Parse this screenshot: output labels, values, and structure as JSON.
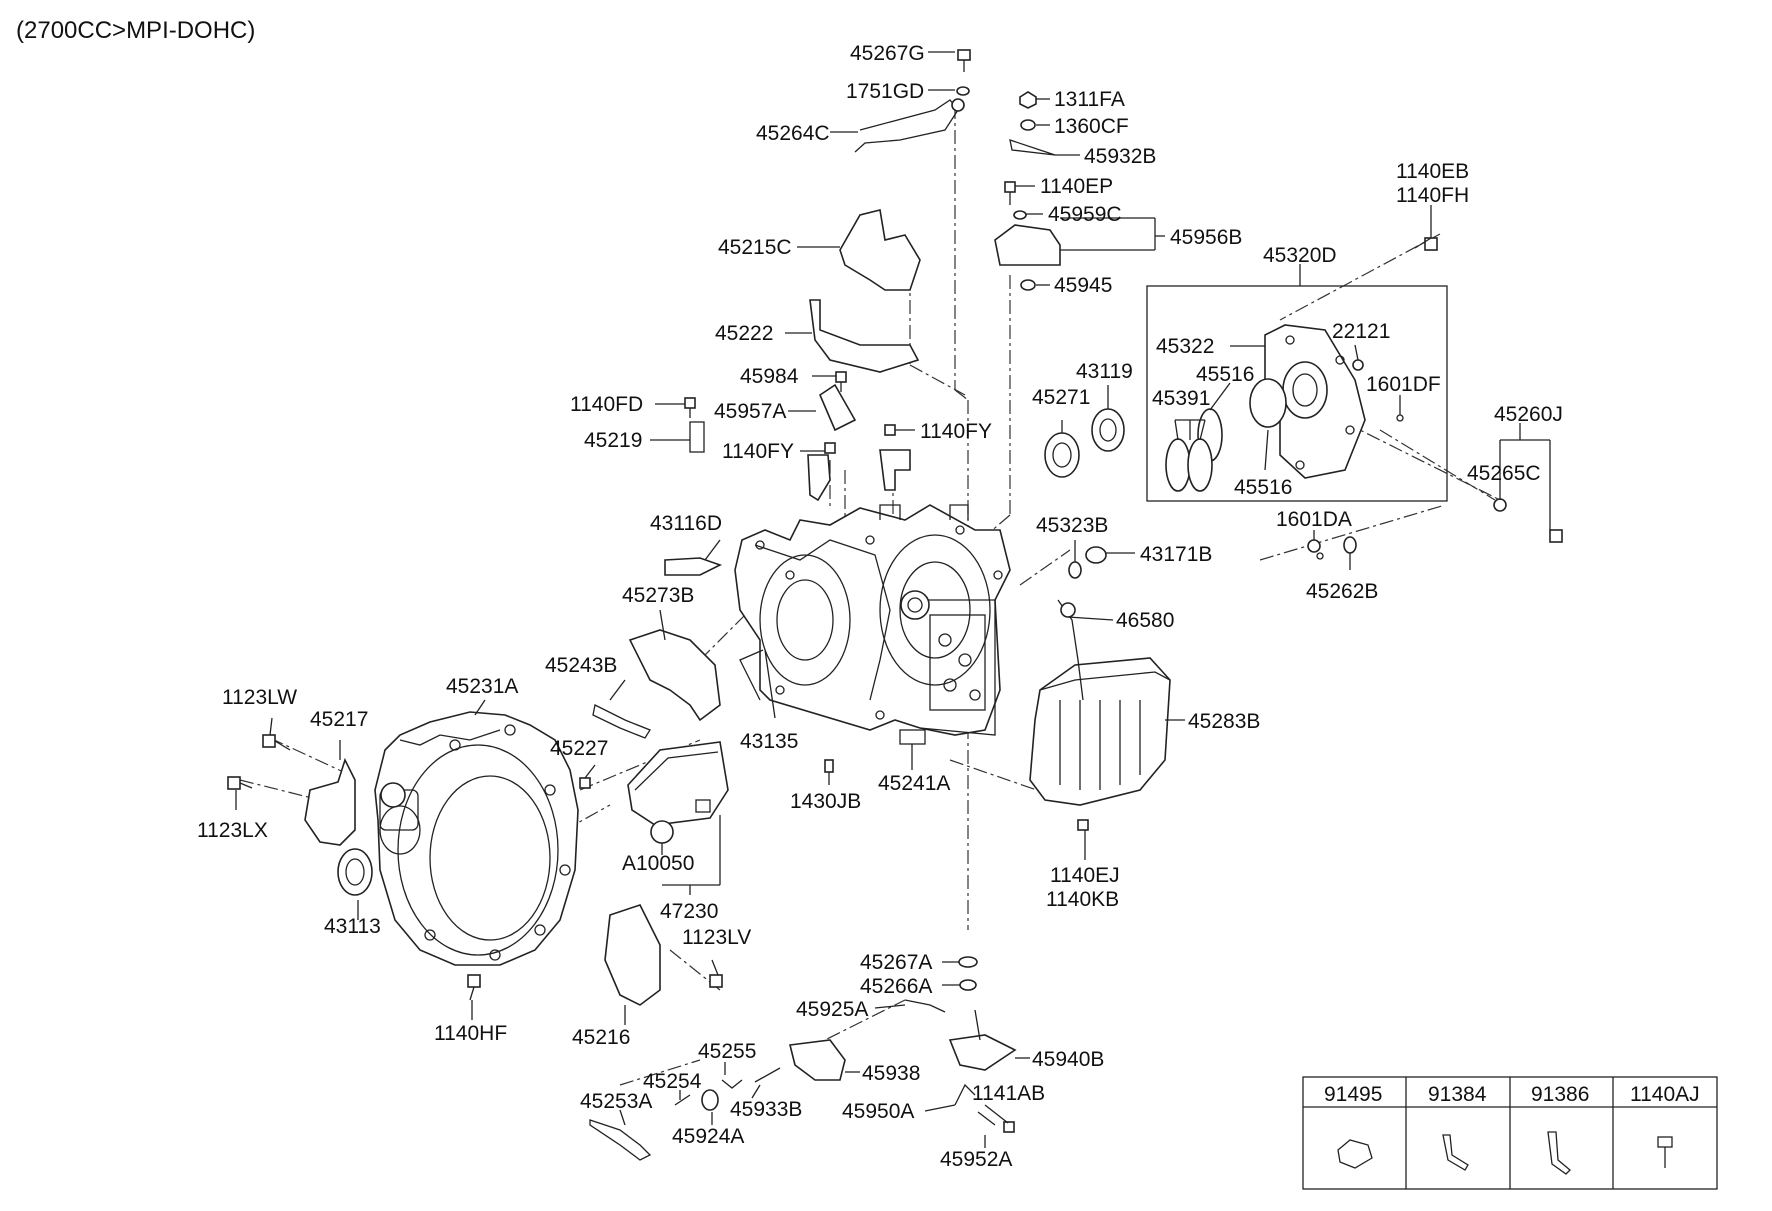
{
  "header": {
    "title": "(2700CC>MPI-DOHC)"
  },
  "labels": {
    "l45267G": "45267G",
    "l1751GD": "1751GD",
    "l45264C": "45264C",
    "l1311FA": "1311FA",
    "l1360CF": "1360CF",
    "l45932B": "45932B",
    "l1140EP": "1140EP",
    "l45959C": "45959C",
    "l45956B": "45956B",
    "l45945": "45945",
    "l45215C": "45215C",
    "l45222": "45222",
    "l45984": "45984",
    "l1140FD": "1140FD",
    "l45957A": "45957A",
    "l45219": "45219",
    "l1140FY_a": "1140FY",
    "l1140FY_b": "1140FY",
    "l43116D": "43116D",
    "l45273B": "45273B",
    "l45243B": "45243B",
    "l45227": "45227",
    "l43135": "43135",
    "l45231A": "45231A",
    "l1123LW": "1123LW",
    "l45217": "45217",
    "l1123LX": "1123LX",
    "l43113": "43113",
    "l1140HF": "1140HF",
    "l45216": "45216",
    "l1123LV": "1123LV",
    "lA10050": "A10050",
    "l47230": "47230",
    "l1430JB": "1430JB",
    "l45241A": "45241A",
    "l45271": "45271",
    "l43119": "43119",
    "l45323B": "45323B",
    "l43171B": "43171B",
    "l46580": "46580",
    "l45283B": "45283B",
    "l1140EJ": "1140EJ",
    "l1140KB": "1140KB",
    "l45267A": "45267A",
    "l45266A": "45266A",
    "l45925A": "45925A",
    "l45940B": "45940B",
    "l45938": "45938",
    "l45255": "45255",
    "l45254": "45254",
    "l45253A": "45253A",
    "l45933B": "45933B",
    "l45924A": "45924A",
    "l45950A": "45950A",
    "l1141AB": "1141AB",
    "l45952A": "45952A",
    "l1140EB": "1140EB",
    "l1140FH": "1140FH",
    "l45320D": "45320D",
    "l45322": "45322",
    "l22121": "22121",
    "l45516_a": "45516",
    "l45391": "45391",
    "l1601DF": "1601DF",
    "l45516_b": "45516",
    "l45260J": "45260J",
    "l45265C": "45265C",
    "l1601DA": "1601DA",
    "l45262B": "45262B"
  },
  "legend_table": {
    "headers": [
      "91495",
      "91384",
      "91386",
      "1140AJ"
    ]
  }
}
